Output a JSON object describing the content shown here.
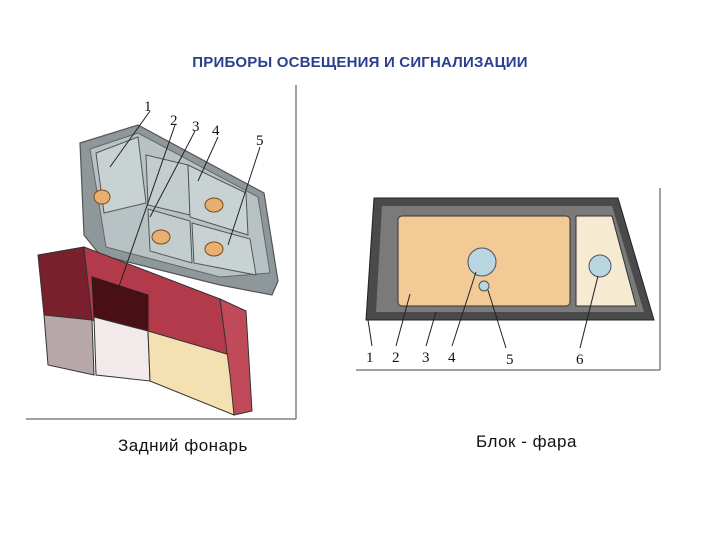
{
  "page": {
    "title": "ПРИБОРЫ ОСВЕЩЕНИЯ И СИГНАЛИЗАЦИИ"
  },
  "left_figure": {
    "caption": "Задний фонарь",
    "callouts": [
      "1",
      "2",
      "3",
      "4",
      "5"
    ],
    "colors": {
      "housing": "#9aa3a6",
      "red_lens": "#b33a4a",
      "dark_red": "#4a0f14",
      "white_lens": "#f2eaea",
      "yellow_lens": "#f4e0b0",
      "bulb": "#e8b070"
    }
  },
  "right_figure": {
    "caption": "Блок - фара",
    "callouts": [
      "1",
      "2",
      "3",
      "4",
      "5",
      "6"
    ],
    "colors": {
      "frame": "#4a4a4a",
      "main_lens": "#f3c995",
      "side_lens": "#f6ead0",
      "lamp": "#b9d6e0"
    }
  }
}
